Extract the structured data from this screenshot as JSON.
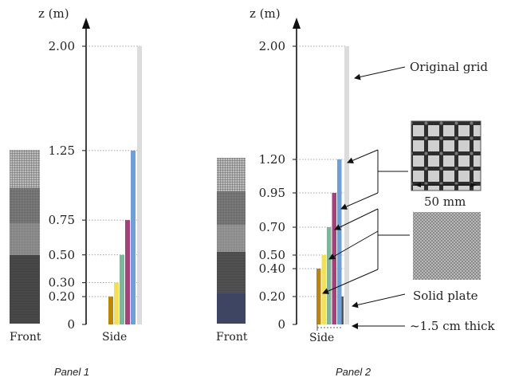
{
  "axis_label": "z (m)",
  "panel1": {
    "caption": "Panel 1",
    "ticks": [
      {
        "value": 0,
        "label": "0"
      },
      {
        "value": 0.2,
        "label": "0.20"
      },
      {
        "value": 0.3,
        "label": "0.30"
      },
      {
        "value": 0.5,
        "label": "0.50"
      },
      {
        "value": 0.75,
        "label": "0.75"
      },
      {
        "value": 1.25,
        "label": "1.25"
      },
      {
        "value": 2.0,
        "label": "2.00"
      }
    ],
    "bars": [
      {
        "top": 0.2,
        "color": "#b8860b"
      },
      {
        "top": 0.3,
        "color": "#f2e05a"
      },
      {
        "top": 0.5,
        "color": "#7fb59a"
      },
      {
        "top": 0.75,
        "color": "#a4407a"
      },
      {
        "top": 1.25,
        "color": "#6f9fd8"
      }
    ],
    "grid_top": 2.0,
    "front_label": "Front",
    "side_label": "Side"
  },
  "panel2": {
    "caption": "Panel 2",
    "ticks": [
      {
        "value": 0,
        "label": "0"
      },
      {
        "value": 0.2,
        "label": "0.20"
      },
      {
        "value": 0.4,
        "label": "0.40"
      },
      {
        "value": 0.5,
        "label": "0.50"
      },
      {
        "value": 0.7,
        "label": "0.70"
      },
      {
        "value": 0.95,
        "label": "0.95"
      },
      {
        "value": 1.2,
        "label": "1.20"
      },
      {
        "value": 2.0,
        "label": "2.00"
      }
    ],
    "bars": [
      {
        "top": 0.4,
        "color": "#b8860b"
      },
      {
        "top": 0.5,
        "color": "#f2e05a"
      },
      {
        "top": 0.7,
        "color": "#7fb59a"
      },
      {
        "top": 0.95,
        "color": "#a4407a"
      },
      {
        "top": 1.2,
        "color": "#6f9fd8"
      }
    ],
    "solid_plate_top": 0.2,
    "grid_top": 2.0,
    "front_label": "Front",
    "side_label": "Side",
    "annotations": {
      "original_grid": "Original grid",
      "mesh_size": "50 mm",
      "solid_plate": "Solid plate",
      "thickness": "~1.5 cm thick"
    }
  }
}
